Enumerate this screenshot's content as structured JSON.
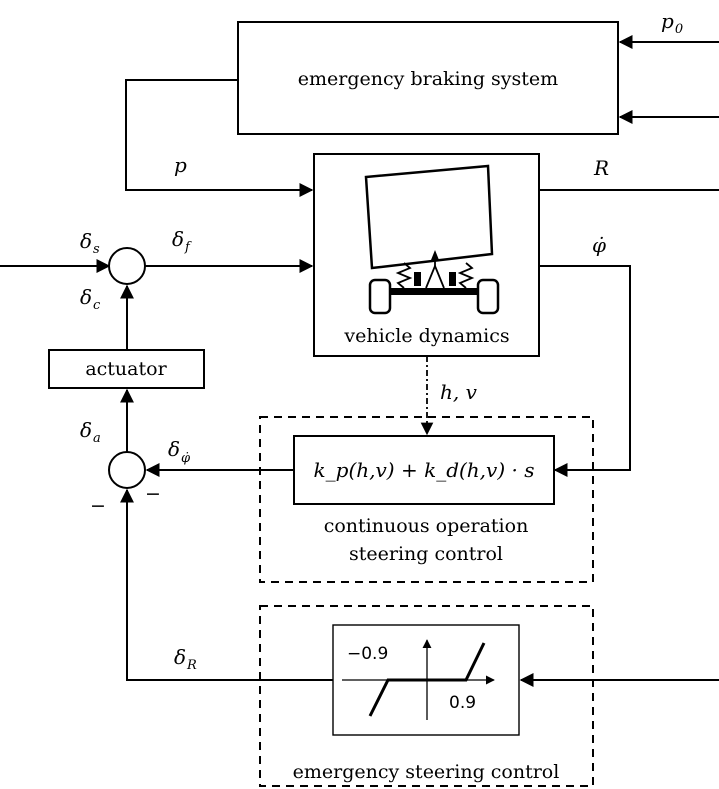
{
  "blocks": {
    "emergency_braking": "emergency braking system",
    "vehicle_dynamics": "vehicle dynamics",
    "actuator": "actuator",
    "controller_transfer": "k_p(h,v) + k_d(h,v) · s",
    "continuous_line1": "continuous operation",
    "continuous_line2": "steering control",
    "emergency_steering": "emergency steering control"
  },
  "signals": {
    "p0": "p0",
    "p": "p",
    "R": "R",
    "phi_dot": "φ̇",
    "delta_s": "δs",
    "delta_f": "δf",
    "delta_c": "δc",
    "delta_a": "δa",
    "delta_phi_dot": "δφ̇",
    "delta_R": "δR",
    "h_v": "h, v"
  },
  "summing_junctions": {
    "lower_left_sign": "−",
    "lower_right_sign": "−"
  },
  "deadzone": {
    "left_threshold": "−0.9",
    "right_threshold": "0.9"
  }
}
